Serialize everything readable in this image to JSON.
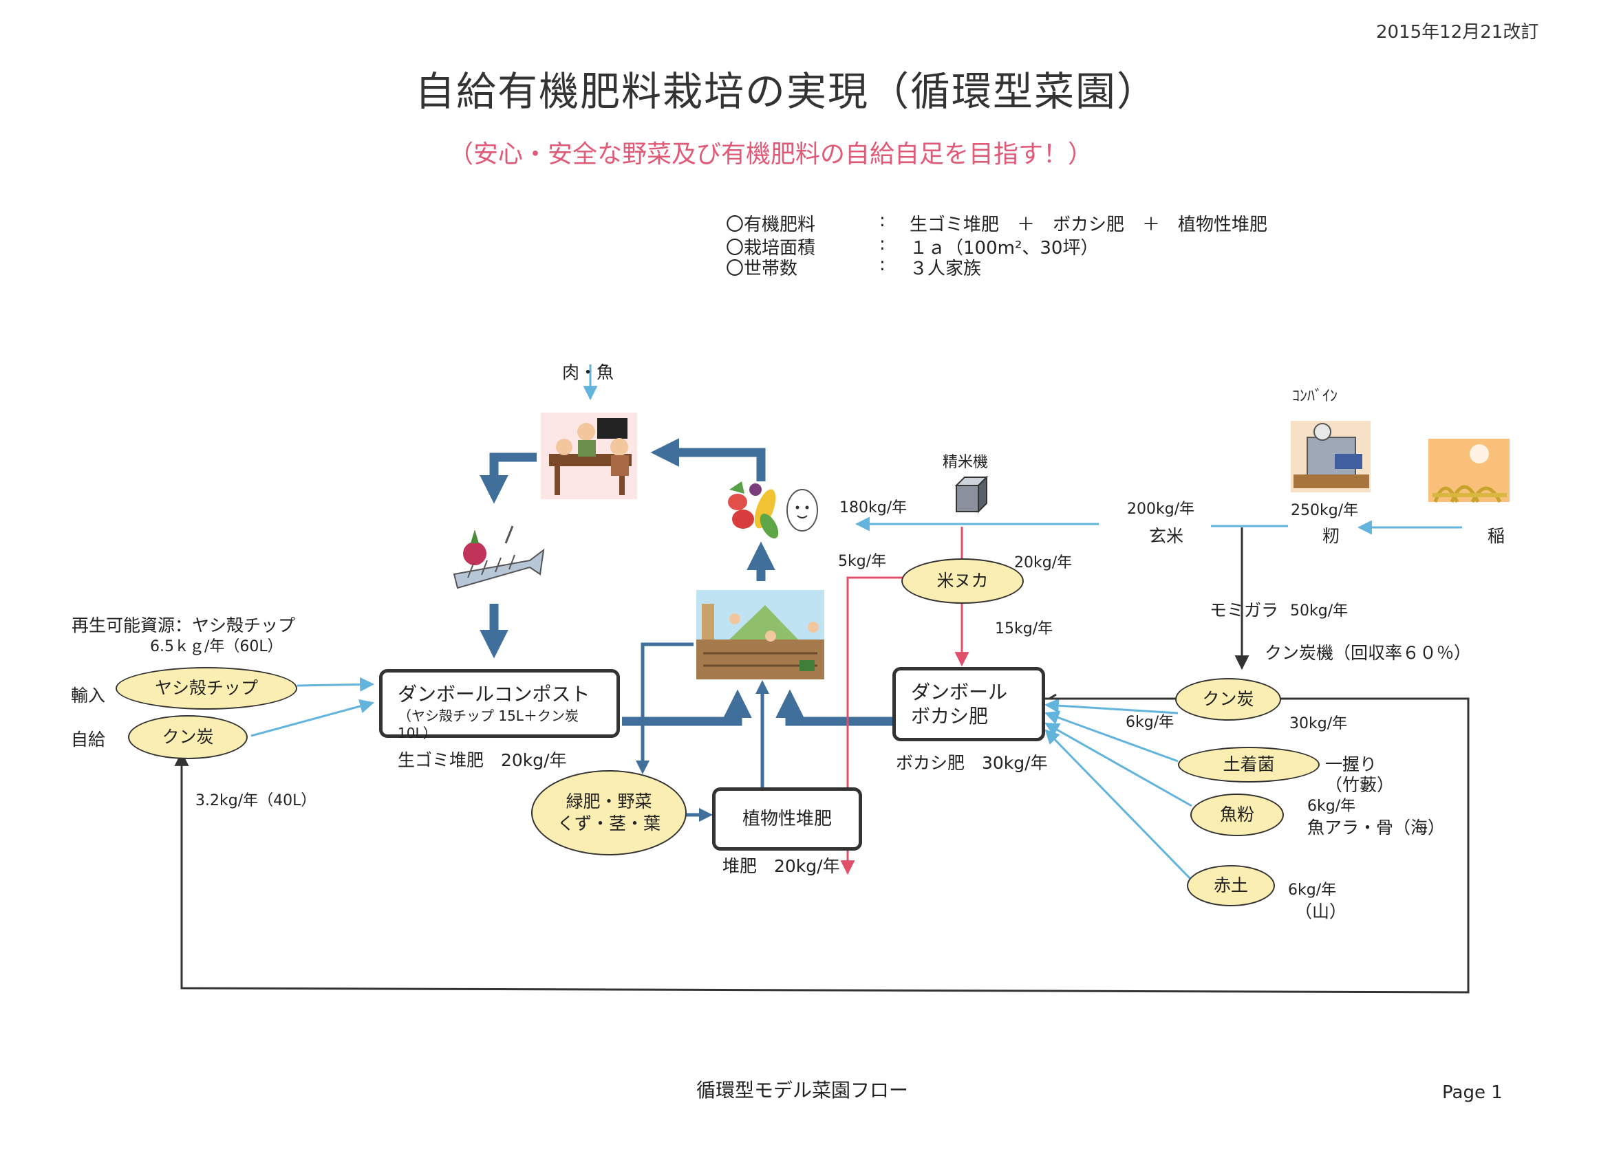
{
  "header": {
    "revision_date": "2015年12月21改訂",
    "title": "自給有機肥料栽培の実現（循環型菜園）",
    "subtitle": "（安心・安全な野菜及び有機肥料の自給自足を目指す！）"
  },
  "info": [
    {
      "label": "〇有機肥料",
      "sep": ":",
      "value": "生ゴミ堆肥　＋　ボカシ肥　＋　植物性堆肥"
    },
    {
      "label": "〇栽培面積",
      "sep": ":",
      "value": "１ａ（100m²、30坪）"
    },
    {
      "label": "〇世帯数",
      "sep": ":",
      "value": "３人家族"
    }
  ],
  "nodes": {
    "meat_fish": "肉・魚",
    "combine": "ｺﾝﾊﾞｲﾝ",
    "rice_mill": "精米機",
    "rice_plant": "稲",
    "momi": "籾",
    "genmai": "玄米",
    "komenuka": "米ヌカ",
    "momigara": "モミガラ",
    "kuntanki": "クン炭機（回収率６０％）",
    "kuntan_right": "クン炭",
    "dochakukin": "土着菌",
    "gyofun": "魚粉",
    "akatsuchi": "赤土",
    "yashi_chip": "ヤシ殻チップ",
    "kuntan_left": "クン炭",
    "ryokuhi": "緑肥・野菜\nくず・茎・葉",
    "renewable": "再生可能資源：ヤシ殻チップ",
    "import": "輸入",
    "self_supply": "自給",
    "cardboard_compost": "ダンボールコンポスト",
    "cardboard_compost_sub": "（ヤシ殻チップ 15L＋クン炭 10L）",
    "cardboard_bokashi_1": "ダンボール",
    "cardboard_bokashi_2": "ボカシ肥",
    "plant_compost": "植物性堆肥",
    "dochakukin_src_1": "一握り",
    "dochakukin_src_2": "（竹藪）",
    "gyofun_src": "魚アラ・骨（海）",
    "akatsuchi_src": "（山）"
  },
  "amounts": {
    "yashi_rate": "6.5ｋｇ/年（60L）",
    "kuntan_self": "3.2kg/年（40L）",
    "rice_180": "180kg/年",
    "nuka_5": "5kg/年",
    "nuka_20": "20kg/年",
    "nuka_15": "15kg/年",
    "genmai_200": "200kg/年",
    "momi_250": "250kg/年",
    "momigara_50": "50kg/年",
    "kuntan_6": "6kg/年",
    "kuntan_30": "30kg/年",
    "gyofun_6": "6kg/年",
    "akatsuchi_6": "6kg/年",
    "namagomi": "生ゴミ堆肥　20kg/年",
    "bokashi": "ボカシ肥　30kg/年",
    "taihi": "堆肥　20kg/年"
  },
  "footer": {
    "caption": "循環型モデル菜園フロー",
    "page": "Page 1"
  },
  "colors": {
    "thick_arrow": "#3f6f9a",
    "thin_blue": "#62b4dd",
    "thin_red": "#e0506a",
    "dark_line": "#333333",
    "ellipse_fill": "#fbeeb2"
  }
}
